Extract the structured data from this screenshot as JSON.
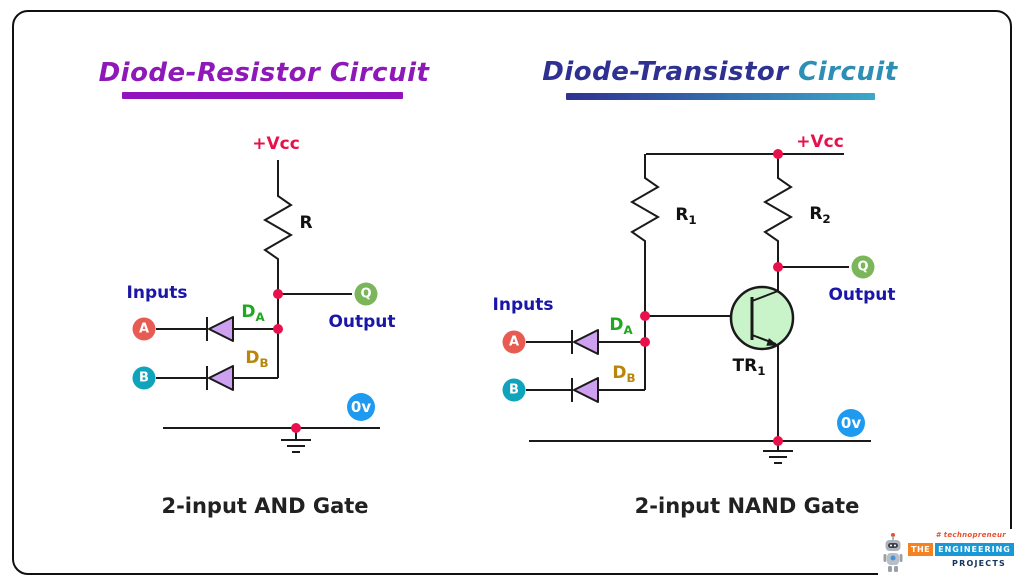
{
  "header": {
    "left_title": "Diode-Resistor Circuit",
    "right_title_part1": "Diode-Transistor",
    "right_title_part2": " Circuit"
  },
  "left_circuit": {
    "vcc": "+Vcc",
    "resistor": "R",
    "inputs": "Inputs",
    "output": "Output",
    "q": "Q",
    "zero_volt": "0v",
    "input_a": "A",
    "input_b": "B",
    "diode_a": {
      "base": "D",
      "sub": "A"
    },
    "diode_b": {
      "base": "D",
      "sub": "B"
    },
    "caption": "2-input AND Gate"
  },
  "right_circuit": {
    "vcc": "+Vcc",
    "r1": {
      "base": "R",
      "sub": "1"
    },
    "r2": {
      "base": "R",
      "sub": "2"
    },
    "transistor": {
      "base": "TR",
      "sub": "1"
    },
    "inputs": "Inputs",
    "output": "Output",
    "q": "Q",
    "zero_volt": "0v",
    "input_a": "A",
    "input_b": "B",
    "diode_a": {
      "base": "D",
      "sub": "A"
    },
    "diode_b": {
      "base": "D",
      "sub": "B"
    },
    "caption": "2-input NAND Gate"
  },
  "logo": {
    "tagline": "# technopreneur",
    "word_the": "THE",
    "word_engineering": "ENGINEERING",
    "word_projects": "PROJECTS"
  },
  "colors": {
    "title_purple": "#8E18B8",
    "title_navy": "#2E3192",
    "title_teal": "#2E8FB5",
    "vcc_red": "#E8114B",
    "label_blue": "#1A16A8",
    "diode_a_green": "#1FA81F",
    "diode_b_gold": "#B8860B",
    "badge_a": "#E85B52",
    "badge_b": "#0FA3BC",
    "badge_q": "#7BB65A",
    "badge_0v": "#1E9BF0",
    "diode_fill": "#CDA0F0",
    "transistor_fill": "#C9F4C9",
    "wire": "#1a1a1a"
  }
}
